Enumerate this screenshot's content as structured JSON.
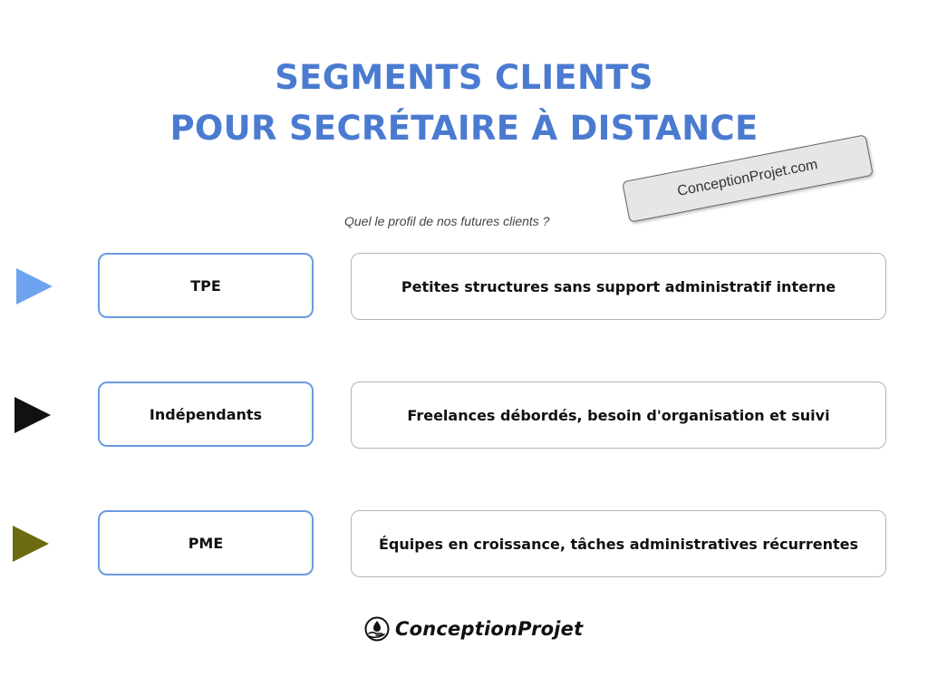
{
  "title": {
    "line1": "SEGMENTS CLIENTS",
    "line2": "POUR SECRÉTAIRE À DISTANCE"
  },
  "subtitle": "Quel le profil de nos futures clients ?",
  "stamp": "ConceptionProjet.com",
  "rows": [
    {
      "segment": "TPE",
      "description": "Petites structures sans support administratif interne",
      "arrow_color": "#6fa3f0"
    },
    {
      "segment": "Indépendants",
      "description": "Freelances débordés, besoin d'organisation et suivi",
      "arrow_color": "#111111"
    },
    {
      "segment": "PME",
      "description": "Équipes en croissance, tâches administratives récurrentes",
      "arrow_color": "#6b6b12"
    }
  ],
  "logo": {
    "text": "ConceptionProjet",
    "icon": "hand-drop-icon"
  },
  "colors": {
    "title": "#4a7bd0",
    "segment_border": "#6b9be0",
    "description_border": "#b5b5b5"
  }
}
